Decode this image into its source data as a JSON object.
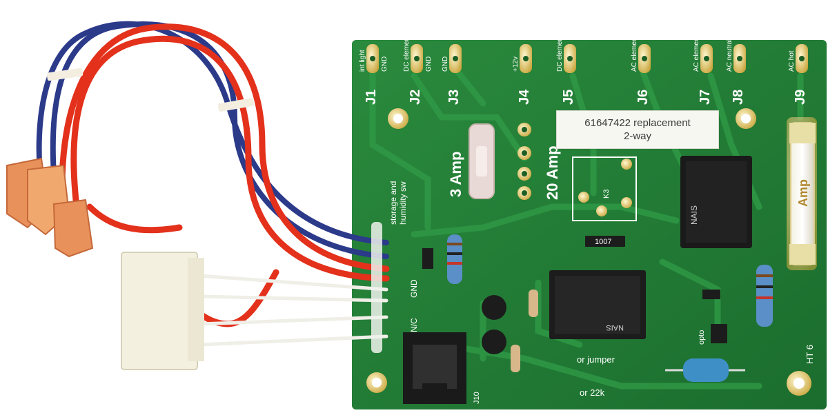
{
  "board": {
    "connectors": [
      {
        "id": "J1",
        "desc": "int light",
        "desc2": "GND"
      },
      {
        "id": "J2",
        "desc": "DC element",
        "desc2": "GND"
      },
      {
        "id": "J3",
        "desc": "GND",
        "desc2": ""
      },
      {
        "id": "J4",
        "desc": "+12v",
        "desc2": ""
      },
      {
        "id": "J5",
        "desc": "DC element",
        "desc2": ""
      },
      {
        "id": "J6",
        "desc": "AC element",
        "desc2": ""
      },
      {
        "id": "J7",
        "desc": "AC element",
        "desc2": ""
      },
      {
        "id": "J8",
        "desc": "AC neutral",
        "desc2": ""
      },
      {
        "id": "J9",
        "desc": "AC hot",
        "desc2": ""
      }
    ],
    "fuse_small": "3 Amp",
    "fuse_large": "20 Amp",
    "fuse_glass": "Amp",
    "relay_k3": "K3",
    "switch_label_1": "storage and",
    "switch_label_2": "humidity sw",
    "pin_labels": [
      "GND",
      "N/C"
    ],
    "jumper_label": "or jumper",
    "resistor_label": "or 22k",
    "opto_label": "opto",
    "rev_mark": "HT 6",
    "jack_label": "J10",
    "relay_brand": "NAIS",
    "relay_code": "1007"
  },
  "sticker": {
    "line1": "61647422 replacement",
    "line2": "2-way"
  },
  "colors": {
    "pcb": "#1f7a33",
    "wire_red": "#e3311c",
    "wire_blue": "#2c3a8a",
    "terminal": "#e8915a",
    "plug": "#f3f0df"
  }
}
